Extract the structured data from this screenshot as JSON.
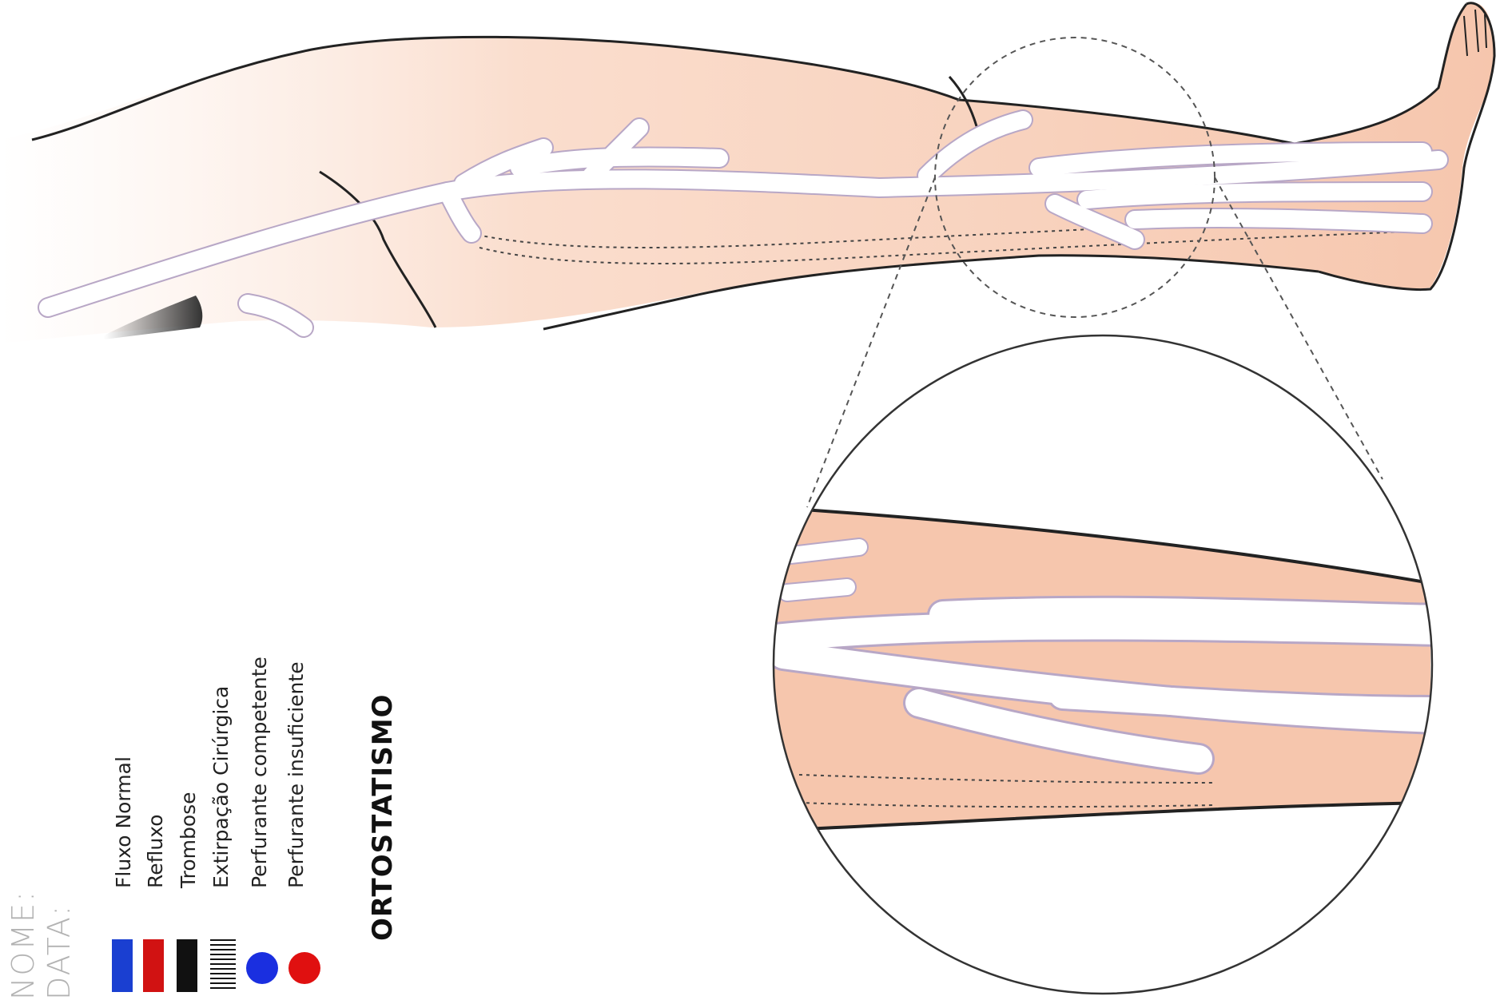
{
  "header": {
    "name_label": "NOME:",
    "date_label": "DATA:"
  },
  "legend": {
    "items": [
      {
        "label": "Fluxo Normal",
        "swatch": "rect",
        "color": "#1a3fd1"
      },
      {
        "label": "Refluxo",
        "swatch": "rect",
        "color": "#d11212"
      },
      {
        "label": "Trombose",
        "swatch": "rect",
        "color": "#111111"
      },
      {
        "label": "Extirpação Cirúrgica",
        "swatch": "stripes",
        "color": "#111111"
      },
      {
        "label": "Perfurante competente",
        "swatch": "dot",
        "color": "#1a2fe0"
      },
      {
        "label": "Perfurante insuficiente",
        "swatch": "dot",
        "color": "#e01010"
      }
    ]
  },
  "title": "ORTOSTATISMO",
  "colors": {
    "skin": "#f6c6ad",
    "skin_light": "#fbe3d6",
    "vein": "#ffffff",
    "vein_outline": "#b8a7c6",
    "outline": "#222222"
  }
}
